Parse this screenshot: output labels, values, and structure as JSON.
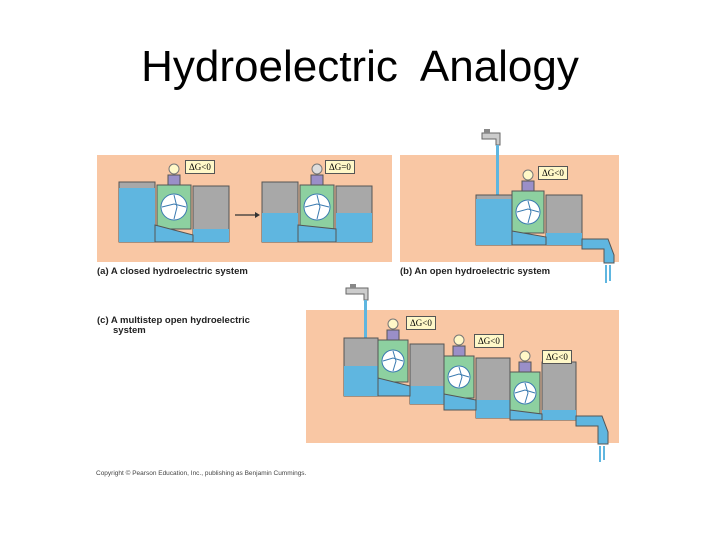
{
  "title": "Hydroelectric  Analogy",
  "panels": {
    "a": {
      "caption": "(a) A closed hydroelectric system",
      "labels": [
        "ΔG<0",
        "ΔG=0"
      ]
    },
    "b": {
      "caption": "(b) An open hydroelectric system",
      "labels": [
        "ΔG<0"
      ]
    },
    "c": {
      "caption_line1": "(c) A multistep open hydroelectric",
      "caption_line2": "system",
      "labels": [
        "ΔG<0",
        "ΔG<0",
        "ΔG<0"
      ]
    }
  },
  "credit": "Copyright © Pearson Education, Inc., publishing as Benjamin Cummings.",
  "colors": {
    "panel_bg": "#f9c7a4",
    "water": "#5fb6e0",
    "tank": "#a8a8a8",
    "label_bg": "#fff8c8"
  }
}
